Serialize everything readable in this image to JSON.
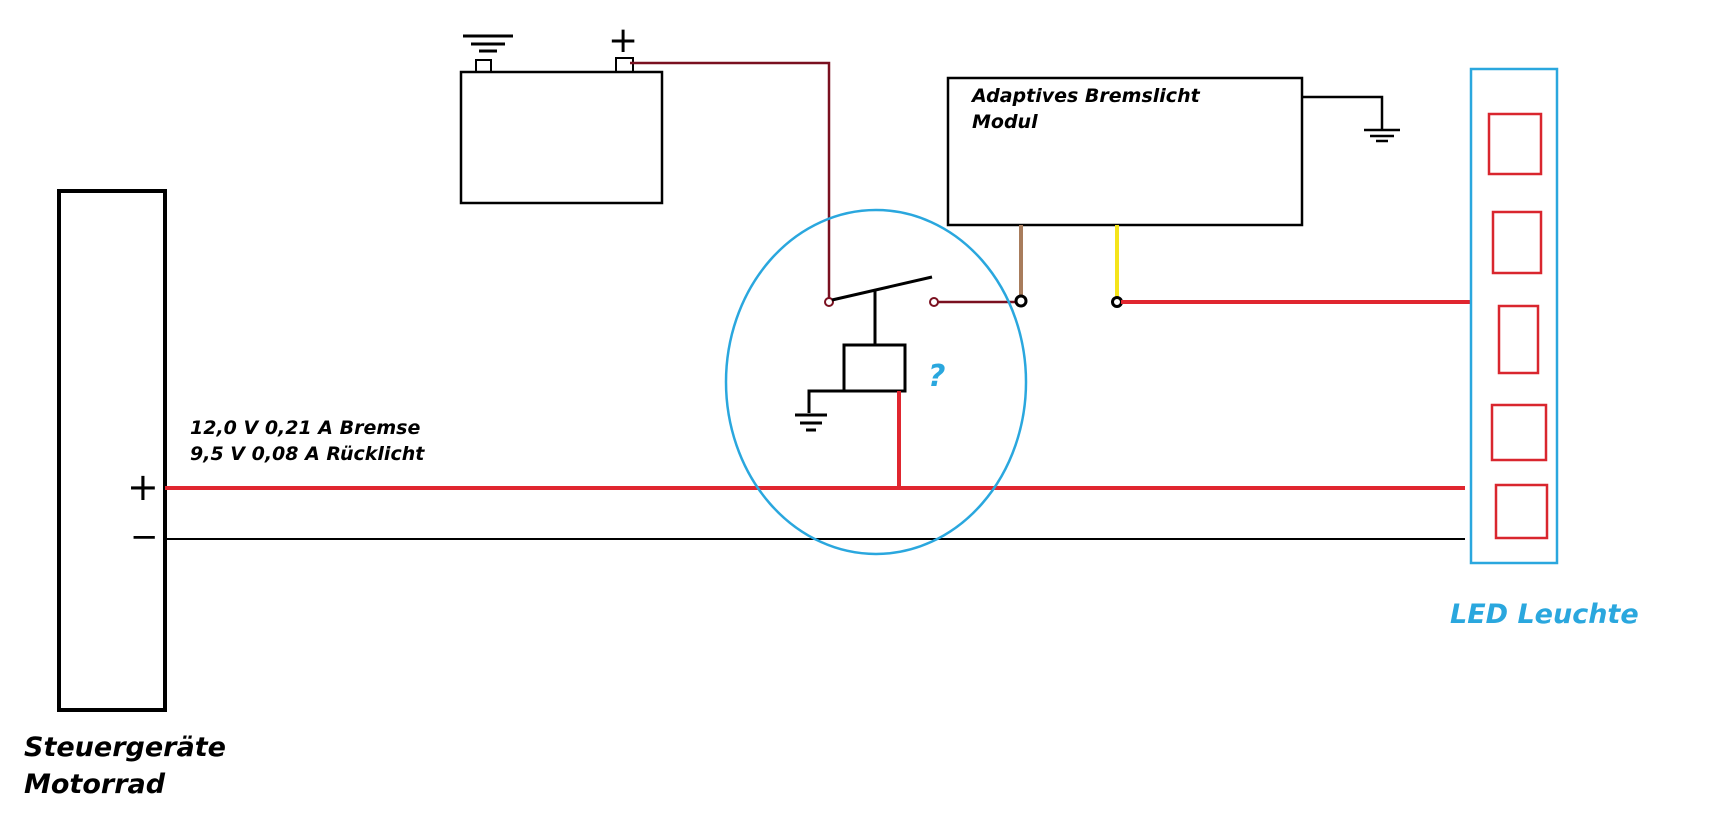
{
  "labels": {
    "controller_line1": "Steuergeräte",
    "controller_line2": "Motorrad",
    "reading_brake": "12,0 V 0,21 A  Bremse",
    "reading_tail": "9,5 V 0,08 A   Rücklicht",
    "module_line1": "Adaptives Bremslicht",
    "module_line2": "Modul",
    "led_lamp": "LED Leuchte",
    "question_mark": "?",
    "plus_controller": "+",
    "minus_controller": "−",
    "plus_battery": "+"
  },
  "colors": {
    "outline": "#000000",
    "wire_positive": "#e0262f",
    "wire_battery": "#7a1020",
    "wire_brown": "#a87c5c",
    "wire_yellow": "#f5e41a",
    "highlight": "#2aa7de",
    "led_segment": "#d9262e"
  },
  "led_segments": 5
}
